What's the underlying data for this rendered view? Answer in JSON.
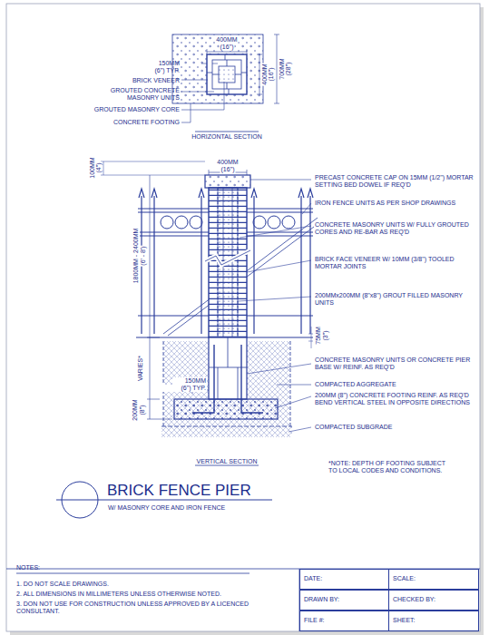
{
  "diagram": {
    "title": "BRICK FENCE PIER",
    "caption": "W/ MASONRY CORE AND IRON FENCE",
    "nodes": [
      {
        "text": [
          "DATE:"
        ]
      },
      {
        "text": [
          "SCALE:"
        ]
      },
      {
        "text": [
          "DRAWN BY:"
        ]
      },
      {
        "text": [
          "CHECKED BY:"
        ]
      },
      {
        "text": [
          "FILE #:"
        ]
      },
      {
        "text": [
          "SHEET:"
        ]
      }
    ],
    "labels": [
      "400MM",
      "(16\")",
      "150MM",
      "(6\") TYP.",
      "BRICK VENEER",
      "GROUTED CONCRETE MASONRY UNITS",
      "GROUTED MASONRY CORE",
      "CONCRETE FOOTING",
      "400MM",
      "(16\")",
      "700MM",
      "(28\")",
      "HORIZONTAL SECTION",
      "100MM",
      "(4\")",
      "400MM",
      "(16\")",
      "1800MM - 2400MM",
      "(6' - 8')",
      "PRECAST CONCRETE CAP ON 15MM (1/2\") MORTAR SETTING BED DOWEL IF REQ'D",
      "IRON FENCE UNITS AS PER SHOP DRAWINGS",
      "CONCRETE MASONRY UNITS W/ FULLY GROUTED CORES AND RE-BAR AS REQ'D",
      "BRICK FACE VENEER W/ 10MM (3/8\") TOOLED MORTAR JOINTS",
      "200MMx200MM (8\"x8\") GROUT FILLED MASONRY UNITS",
      "75MM",
      "(3\")",
      "VARIES*",
      "150MM",
      "(6\") TYP.",
      "CONCRETE MASONRY UNITS OR CONCRETE PIER BASE W/ REINF. AS REQ'D",
      "COMPACTED AGGREGATE",
      "200MM (8\") CONCRETE FOOTING REINF. AS REQ'D BEND VERTICAL STEEL IN OPPOSITE DIRECTIONS",
      "COMPACTED SUBGRADE",
      "200MM",
      "(8\")",
      "VERTICAL SECTION",
      "*NOTE: DEPTH OF FOOTING SUBJECT TO LOCAL CODES AND CONDITIONS.",
      "NOTES:",
      "1. DO NOT SCALE DRAWINGS.",
      "2. ALL DIMENSIONS IN MILLIMETERS UNLESS OTHERWISE NOTED.",
      "3. DON NOT USE FOR CONSTRUCTION UNLESS APPROVED BY A LICENCED CONSULTANT."
    ]
  }
}
